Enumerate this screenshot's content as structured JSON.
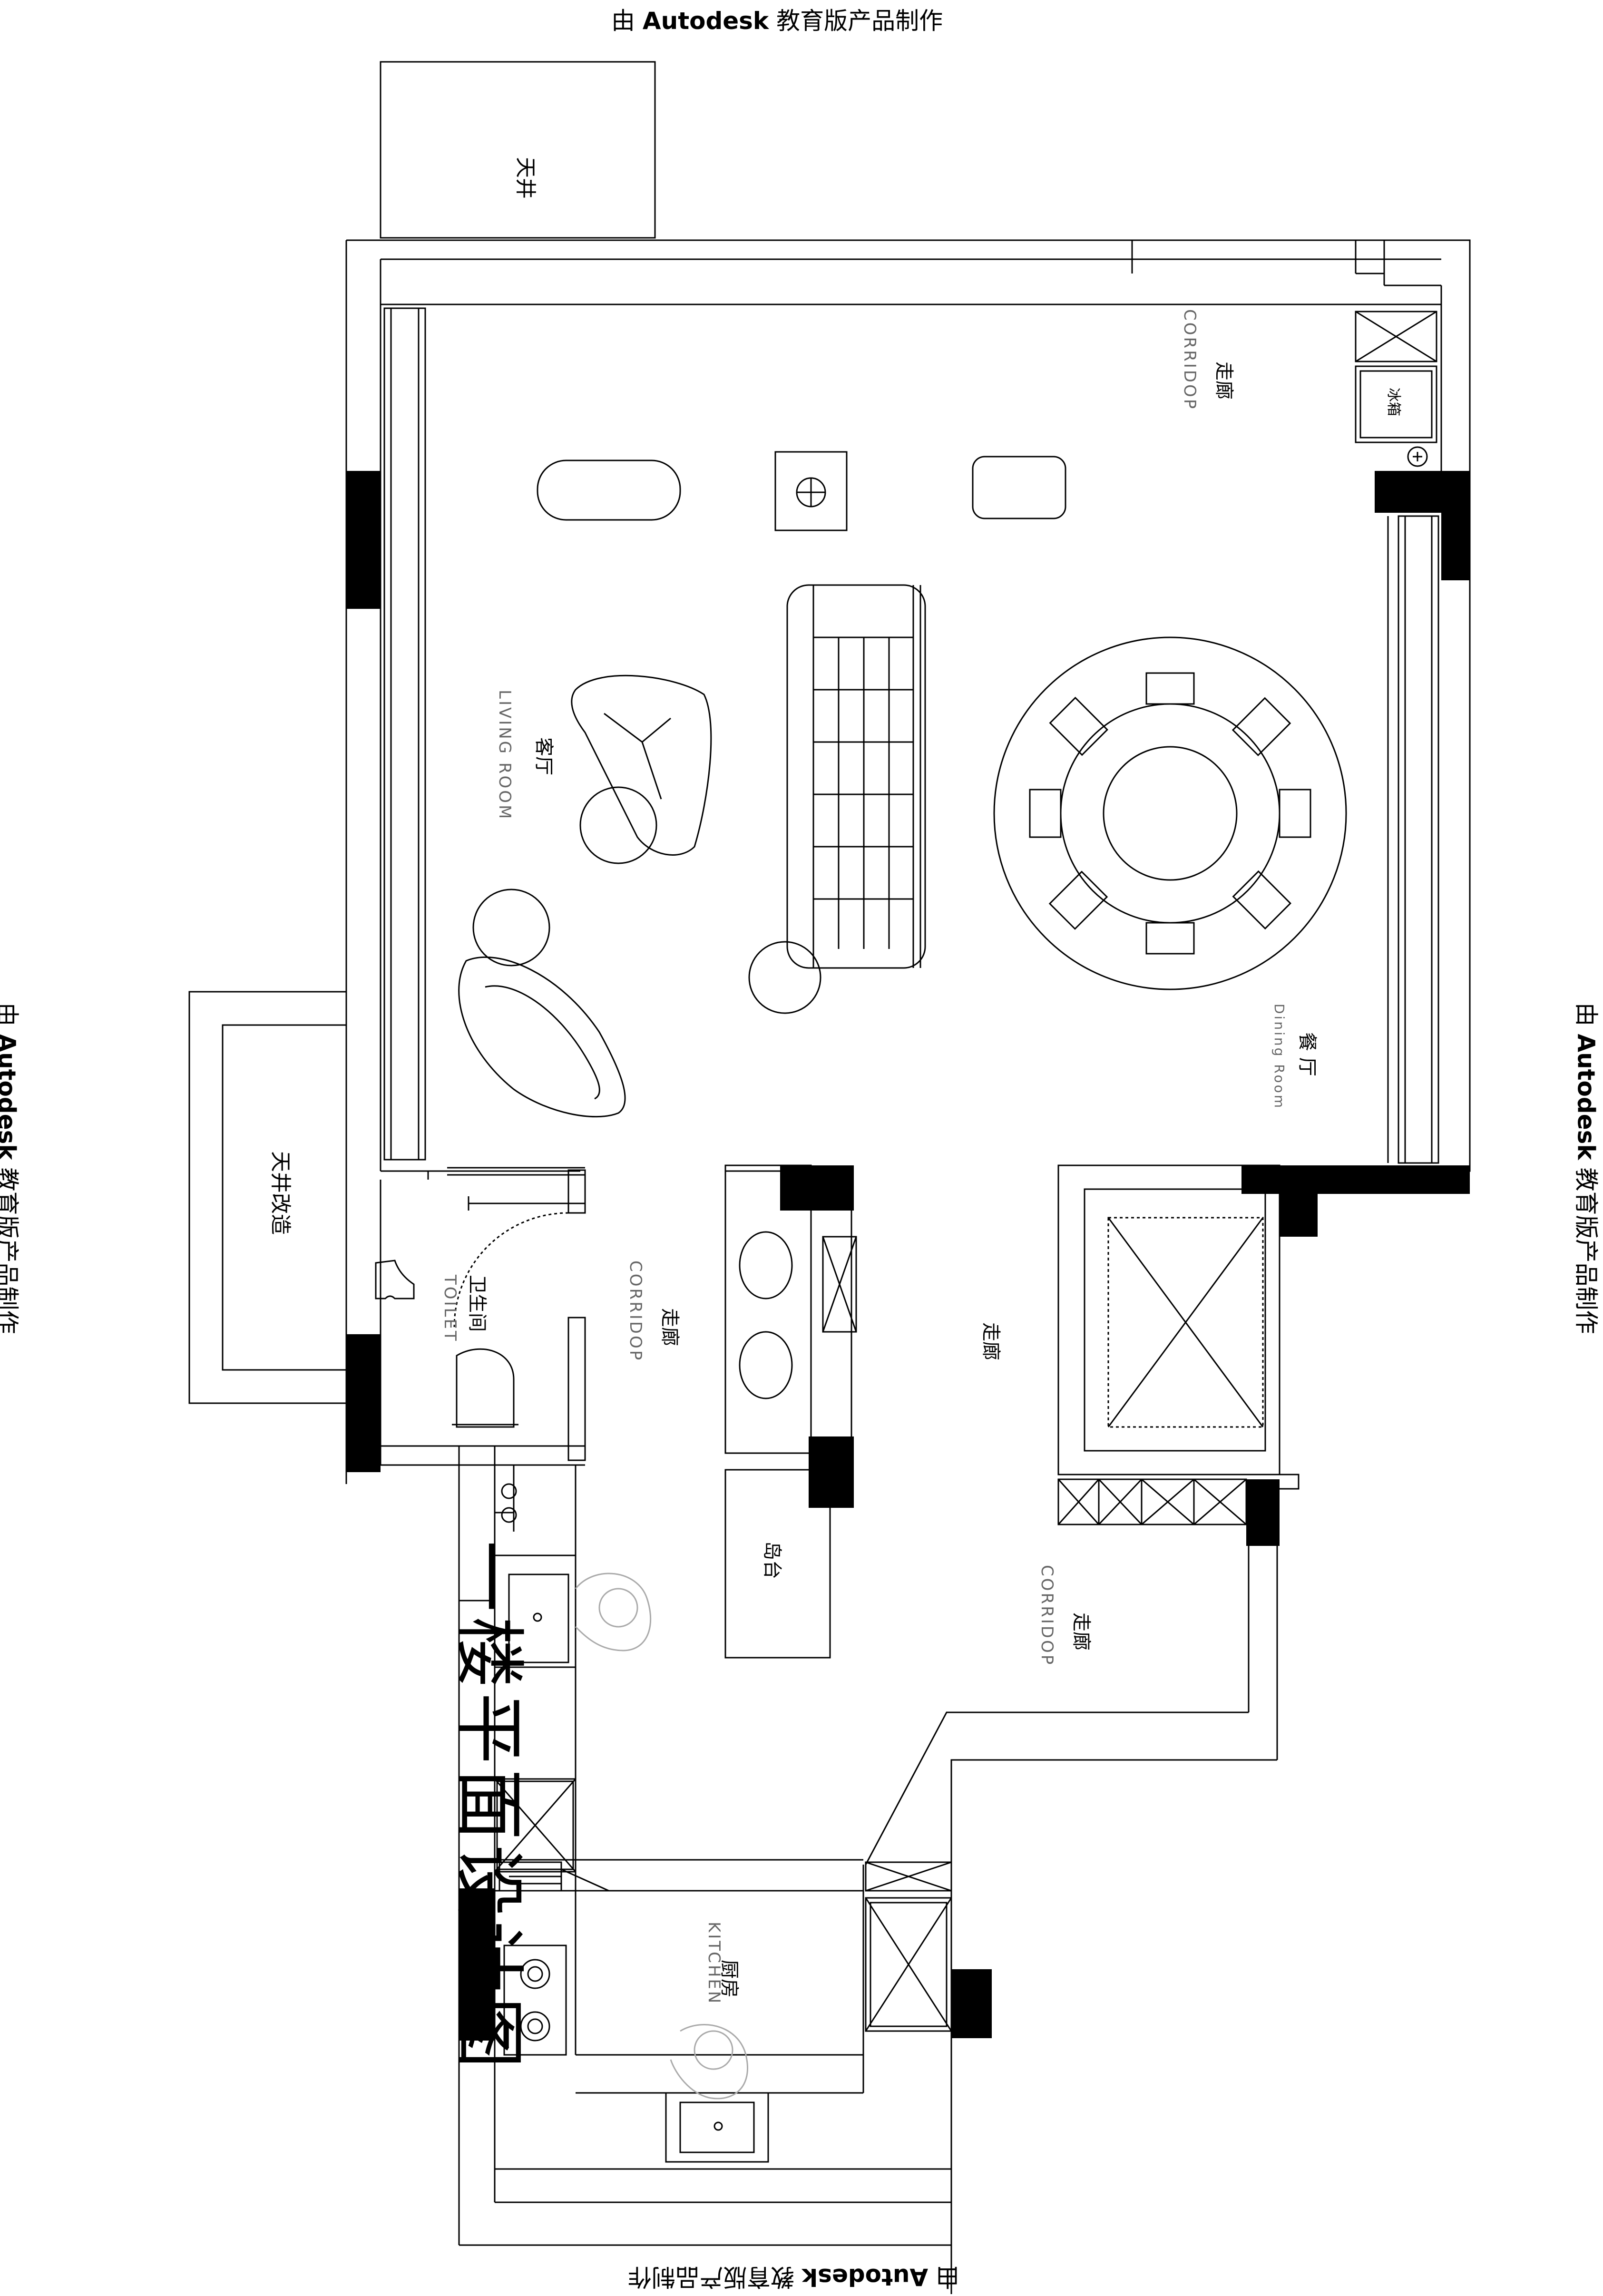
{
  "watermark": {
    "prefix": "由 ",
    "brand": "Autodesk",
    "suffix": " 教育版产品制作"
  },
  "title": "一楼平面设计图",
  "rooms": {
    "skylight_top": "天井",
    "skylight_renovation": "天井改造",
    "corridor_top_cn": "走廊",
    "corridor_top_en": "CORRIDOP",
    "fridge": "冰箱",
    "living_cn": "客厅",
    "living_en": "LIVING ROOM",
    "dining_cn": "餐 厅",
    "dining_en": "Dining Room",
    "toilet_cn": "卫生间",
    "toilet_en": "TOILET",
    "corridor_mid_cn": "走廊",
    "corridor_mid_en": "CORRIDOP",
    "corridor_center": "走廊",
    "island": "岛台",
    "corridor_lower_cn": "走廊",
    "corridor_lower_en": "CORRIDOP",
    "kitchen_cn": "厨房",
    "kitchen_en": "KITCHEN"
  }
}
